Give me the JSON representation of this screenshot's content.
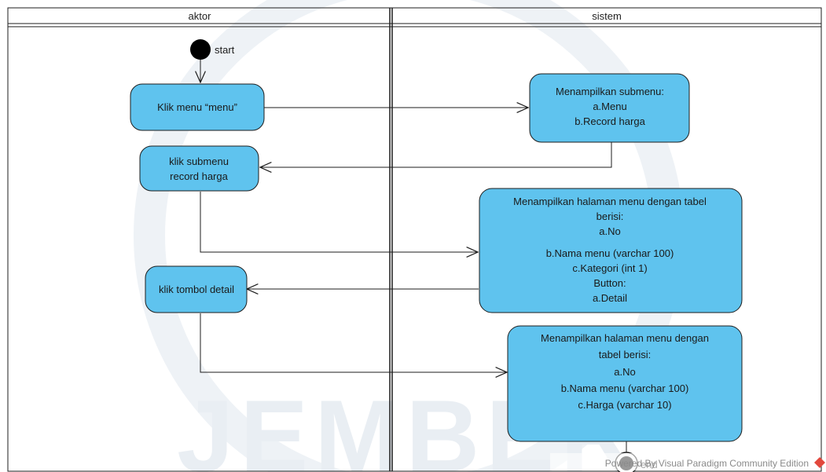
{
  "swimlanes": {
    "left_title": "aktor",
    "right_title": "sistem"
  },
  "nodes": {
    "start_label": "start",
    "end_label": "end",
    "klik_menu": [
      "Klik menu “menu”"
    ],
    "tampil_submenu": [
      "Menampilkan submenu:",
      "a.Menu",
      "b.Record harga"
    ],
    "klik_submenu": [
      "klik submenu",
      "record harga"
    ],
    "tampil_tabel": [
      "Menampilkan halaman menu dengan tabel",
      "berisi:",
      "a.No",
      "b.Nama menu (varchar 100)",
      "c.Kategori (int 1)",
      "Button:",
      "a.Detail"
    ],
    "klik_detail": [
      "klik tombol detail"
    ],
    "tampil_detail": [
      "Menampilkan halaman menu dengan",
      "tabel berisi:",
      "a.No",
      "b.Nama menu (varchar 100)",
      "c.Harga (varchar 10)"
    ]
  },
  "watermark": "JEMBER",
  "footer": "Powered By  Visual Paradigm Community Edition",
  "colors": {
    "node_fill": "#5fc3ee",
    "node_stroke": "#1d1d1d",
    "line": "#1d1d1d",
    "watermark": "#e9eef3",
    "brand_icon": "#e2483d"
  }
}
